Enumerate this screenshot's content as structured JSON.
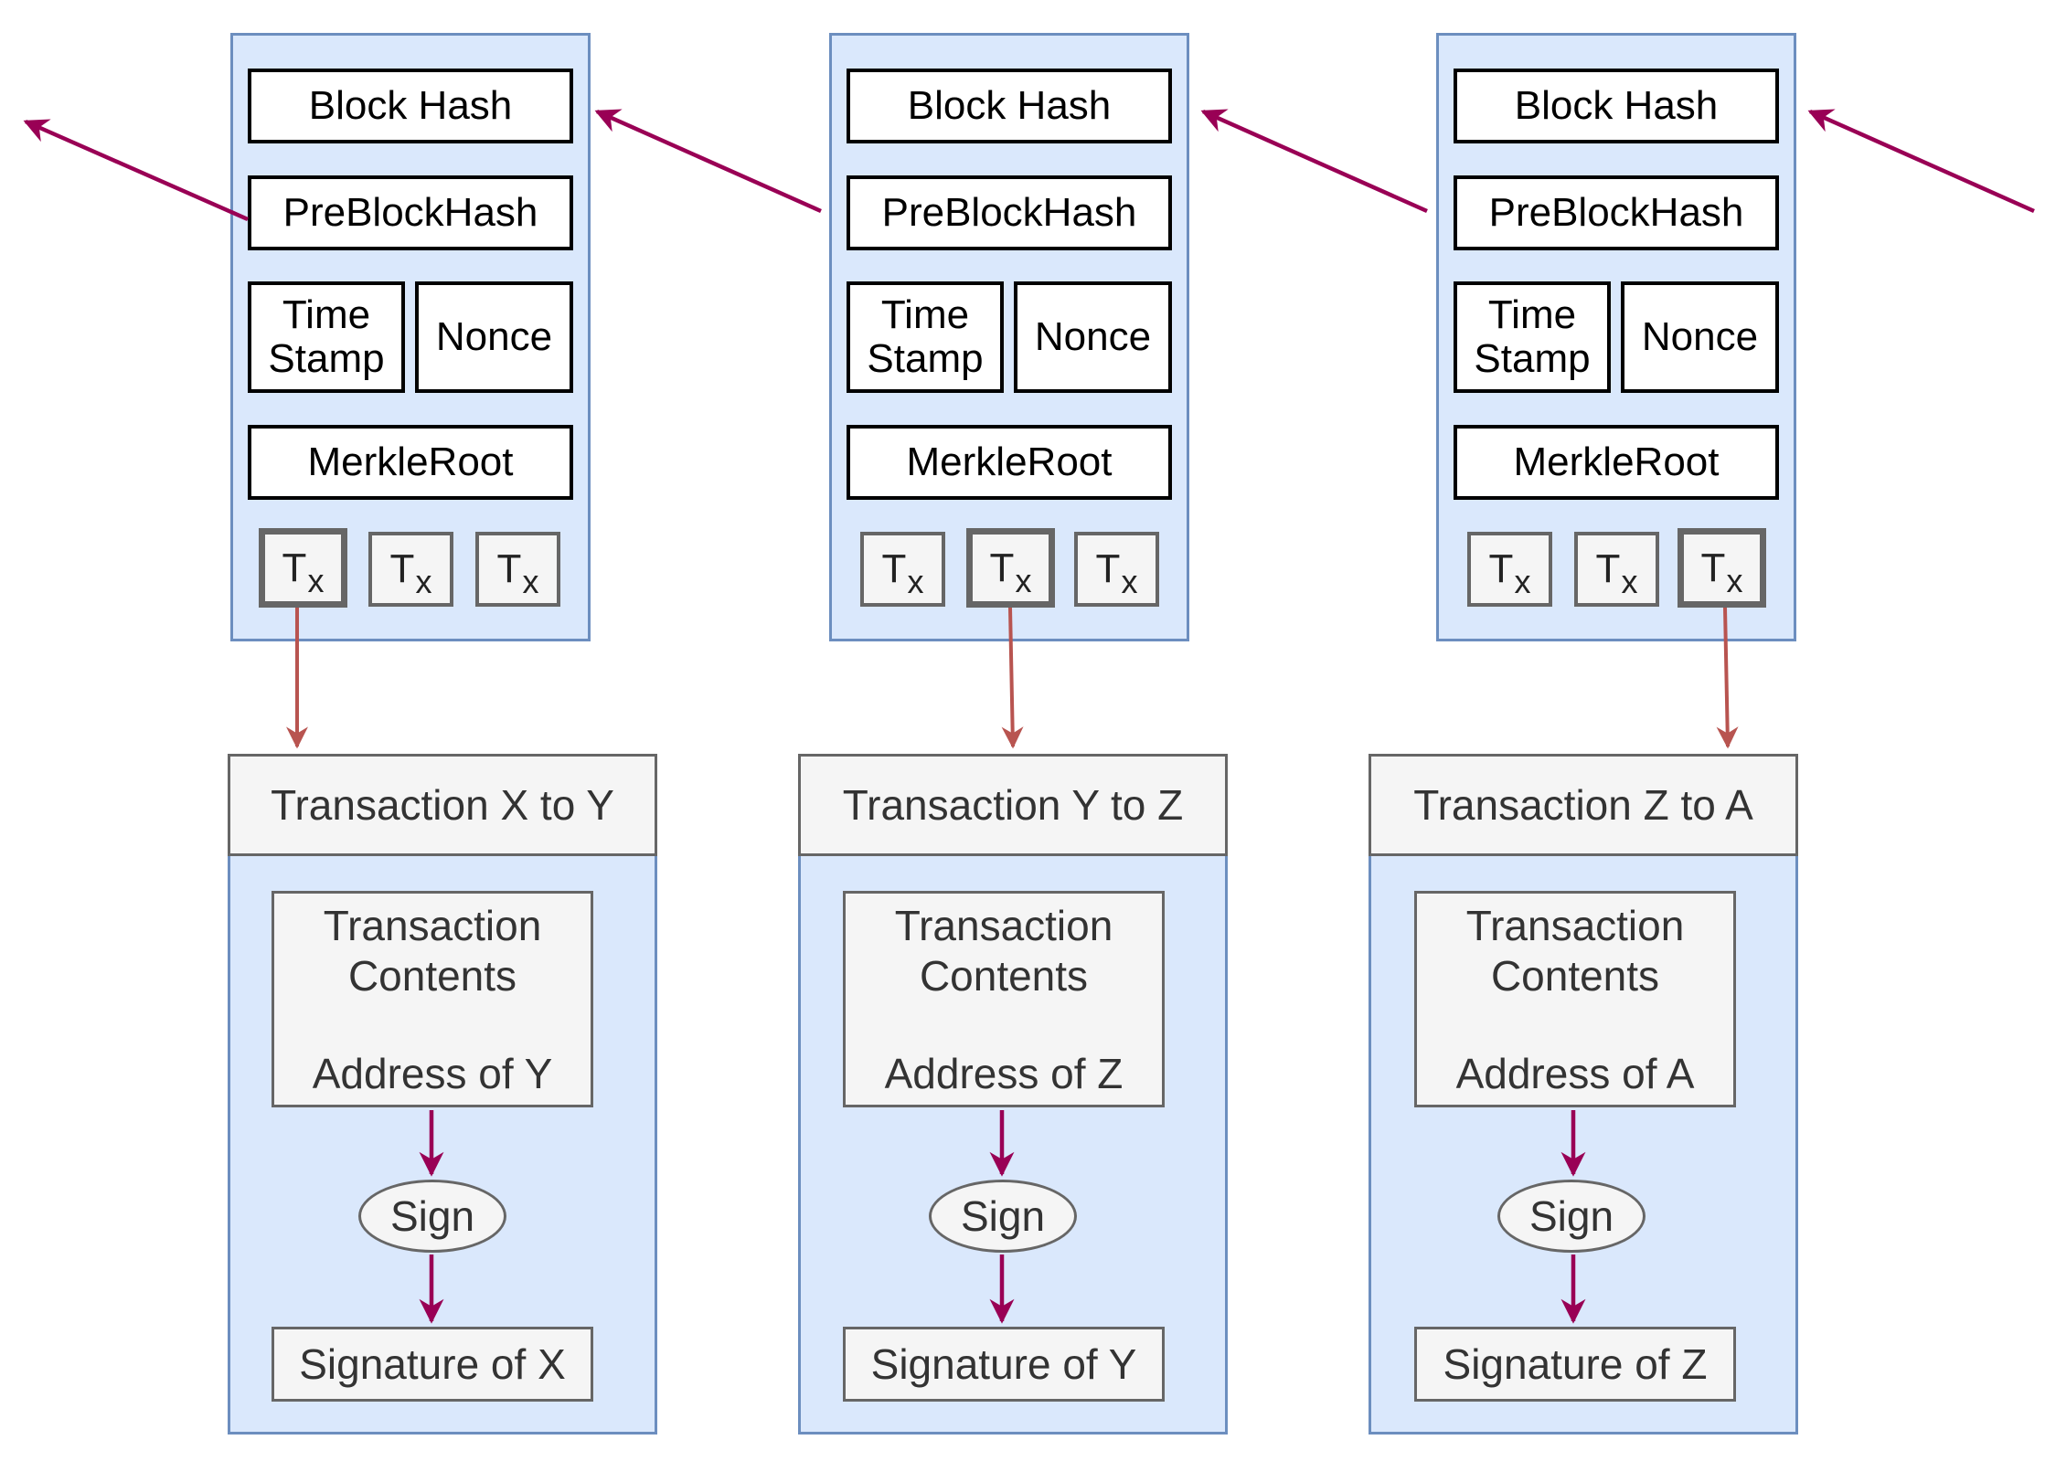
{
  "colors": {
    "block_fill": "#dae8fc",
    "block_border": "#6c8ebf",
    "field_border": "#000000",
    "tx_fill": "#f5f5f5",
    "tx_border": "#666666",
    "chain_arrow": "#990055",
    "tx_arrow": "#b85450",
    "text": "#333333"
  },
  "blocks": [
    {
      "block_hash": "Block Hash",
      "pre_block_hash": "PreBlockHash",
      "time_stamp_line1": "Time",
      "time_stamp_line2": "Stamp",
      "nonce": "Nonce",
      "merkle_root": "MerkleRoot",
      "tx": [
        {
          "main": "T",
          "sub": "x"
        },
        {
          "main": "T",
          "sub": "x"
        },
        {
          "main": "T",
          "sub": "x"
        }
      ],
      "selected_tx": 0
    },
    {
      "block_hash": "Block Hash",
      "pre_block_hash": "PreBlockHash",
      "time_stamp_line1": "Time",
      "time_stamp_line2": "Stamp",
      "nonce": "Nonce",
      "merkle_root": "MerkleRoot",
      "tx": [
        {
          "main": "T",
          "sub": "x"
        },
        {
          "main": "T",
          "sub": "x"
        },
        {
          "main": "T",
          "sub": "x"
        }
      ],
      "selected_tx": 1
    },
    {
      "block_hash": "Block Hash",
      "pre_block_hash": "PreBlockHash",
      "time_stamp_line1": "Time",
      "time_stamp_line2": "Stamp",
      "nonce": "Nonce",
      "merkle_root": "MerkleRoot",
      "tx": [
        {
          "main": "T",
          "sub": "x"
        },
        {
          "main": "T",
          "sub": "x"
        },
        {
          "main": "T",
          "sub": "x"
        }
      ],
      "selected_tx": 2
    }
  ],
  "transactions": [
    {
      "header": "Transaction X to Y",
      "contents_line1": "Transaction",
      "contents_line2": "Contents",
      "address": "Address of Y",
      "sign": "Sign",
      "signature": "Signature of X"
    },
    {
      "header": "Transaction Y to Z",
      "contents_line1": "Transaction",
      "contents_line2": "Contents",
      "address": "Address of Z",
      "sign": "Sign",
      "signature": "Signature of Y"
    },
    {
      "header": "Transaction Z to A",
      "contents_line1": "Transaction",
      "contents_line2": "Contents",
      "address": "Address of A",
      "sign": "Sign",
      "signature": "Signature of Z"
    }
  ]
}
